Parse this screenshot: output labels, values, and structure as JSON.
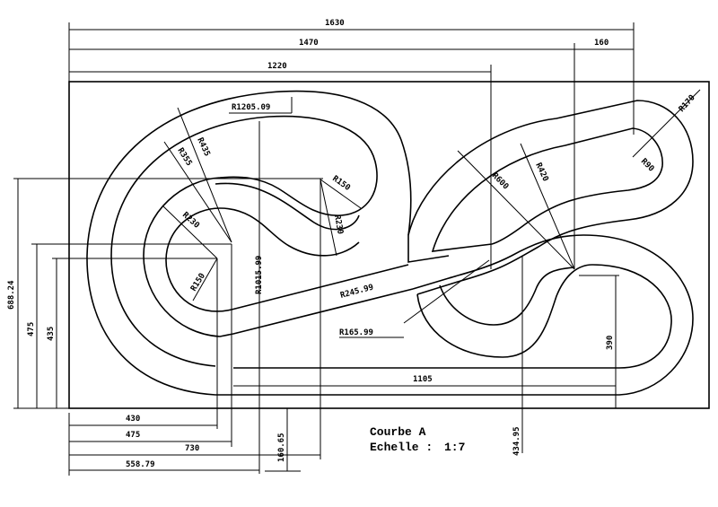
{
  "drawing": {
    "title": "Courbe A",
    "scale_label": "Echelle :",
    "scale_value": "1:7",
    "dimensions": {
      "total_width": "1630",
      "width_1470": "1470",
      "width_160": "160",
      "width_1220": "1220",
      "left_688": "688.24",
      "left_475": "475",
      "left_435": "435",
      "bottom_430": "430",
      "bottom_475": "475",
      "bottom_730": "730",
      "bottom_558": "558.79",
      "v_160": "160.65",
      "v_434": "434.95",
      "h_1105": "1105",
      "v_390": "390"
    },
    "radii": {
      "r1205": "R1205.09",
      "r1015": "R1015.99",
      "r435": "R435",
      "r355": "R355",
      "r230a": "R230",
      "r150a": "R150",
      "r150b": "R150",
      "r230b": "R230",
      "r245": "R245.99",
      "r165": "R165.99",
      "r600": "R600",
      "r420": "R420",
      "r90": "R90",
      "r170": "R170"
    }
  }
}
